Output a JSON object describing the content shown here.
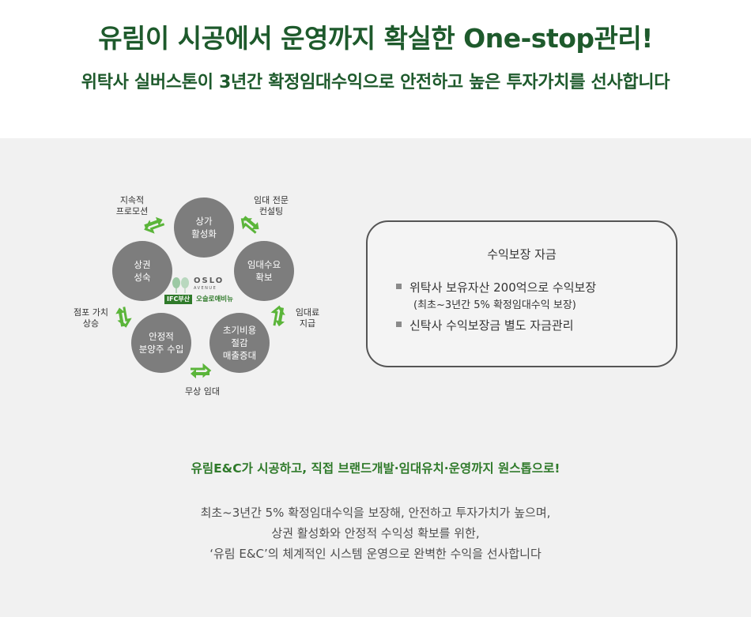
{
  "header": {
    "title": "유림이 시공에서 운영까지 확실한 One-stop관리!",
    "subtitle": "위탁사 실버스톤이 3년간 확정임대수익으로 안전하고 높은 투자가치를 선사합니다"
  },
  "cycle": {
    "nodes": [
      {
        "label": "상가\n활성화"
      },
      {
        "label": "임대수요\n확보"
      },
      {
        "label": "초기비용\n절감\n매출증대"
      },
      {
        "label": "안정적\n분양주 수입"
      },
      {
        "label": "상권\n성숙"
      }
    ],
    "side_labels": [
      {
        "label": "지속적\n프로모션"
      },
      {
        "label": "임대 전문\n컨설팅"
      },
      {
        "label": "임대료\n지급"
      },
      {
        "label": "무상 임대"
      },
      {
        "label": "점포 가치\n상승"
      }
    ],
    "logo": {
      "name": "OSLO",
      "name2": "AVENUE",
      "badge": "IFC부산",
      "korean": "오슬로애비뉴"
    },
    "colors": {
      "circle": "#7d7d7d",
      "arrow": "#5bb53a"
    }
  },
  "guarantee": {
    "title": "수익보장 자금",
    "items": [
      {
        "text": "위탁사 보유자산 200억으로 수익보장",
        "sub": "(최초~3년간 5% 확정임대수익 보장)"
      },
      {
        "text": "신탁사 수익보장금 별도 자금관리"
      }
    ]
  },
  "tagline": "유림E&C가 시공하고, 직접 브랜드개발·임대유치·운영까지 원스톱으로!",
  "description": {
    "lines": [
      "최초~3년간 5% 확정임대수익을 보장해, 안전하고 투자가치가 높으며,",
      "상권 활성화와 안정적 수익성 확보를 위한,",
      "‘유림 E&C’의 체계적인 시스템 운영으로 완벽한 수익을 선사합니다"
    ]
  },
  "colors": {
    "brand_green": "#1e5a2c",
    "accent_green": "#2f7a2a",
    "panel_gray": "#f1f1f1"
  }
}
